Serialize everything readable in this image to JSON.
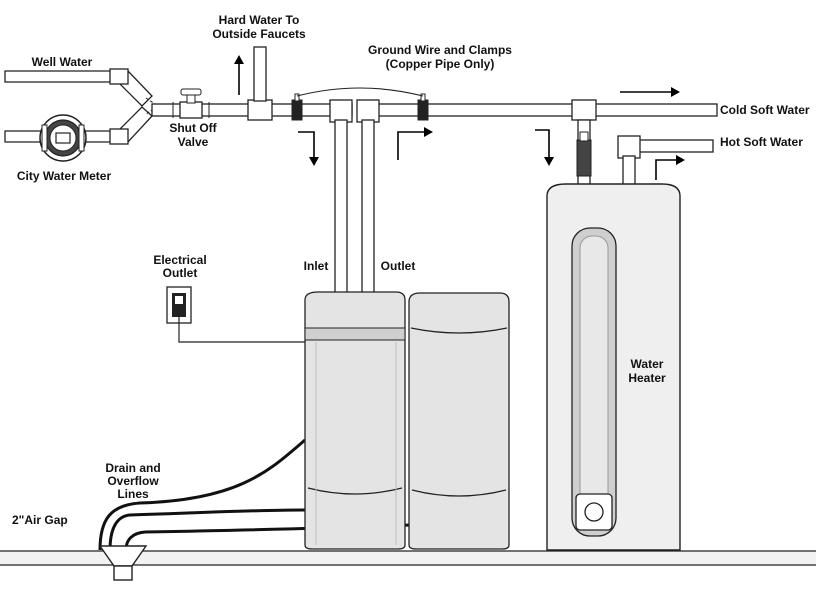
{
  "labels": {
    "well_water": "Well Water",
    "city_water_meter": "City Water Meter",
    "shut_off_valve_1": "Shut Off",
    "shut_off_valve_2": "Valve",
    "hard_water_1": "Hard Water To",
    "hard_water_2": "Outside Faucets",
    "ground_wire_1": "Ground Wire and Clamps",
    "ground_wire_2": "(Copper Pipe Only)",
    "cold_soft_water": "Cold Soft Water",
    "hot_soft_water": "Hot Soft Water",
    "electrical_outlet_1": "Electrical",
    "electrical_outlet_2": "Outlet",
    "inlet": "Inlet",
    "outlet": "Outlet",
    "water_heater_1": "Water",
    "water_heater_2": "Heater",
    "drain_1": "Drain and",
    "drain_2": "Overflow",
    "drain_3": "Lines",
    "air_gap": "2\"Air Gap"
  },
  "colors": {
    "line": "#222222",
    "fill": "#ffffff",
    "shade": "#e4e4e4",
    "label": "#111111"
  }
}
